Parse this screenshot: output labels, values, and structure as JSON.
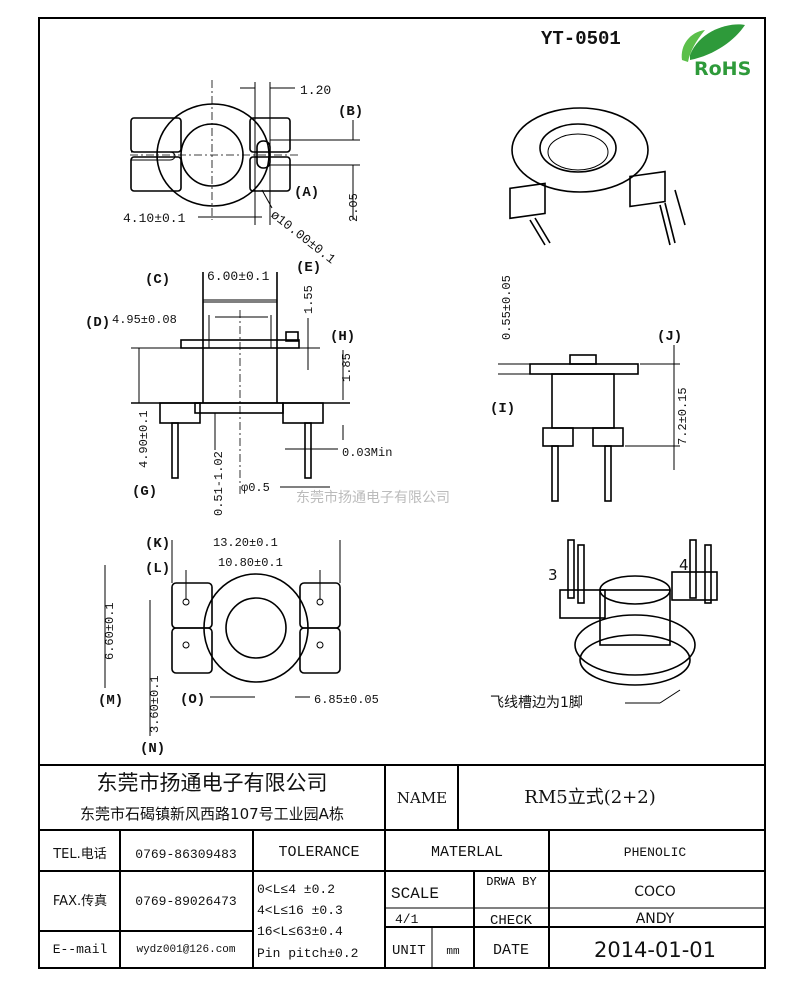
{
  "drawing": {
    "part_number": "YT-0501",
    "rohs_logo": "RoHS",
    "watermark": "东莞市扬通电子有限公司",
    "top_view": {
      "dim_1_20": "1.20",
      "label_b": "(B)",
      "dim_2_05": "2.05",
      "label_a": "(A)",
      "dim_4_10": "4.10±0.1",
      "dim_dia": "ø10.00±0.1"
    },
    "side_view": {
      "label_c": "(C)",
      "dim_6_00": "6.00±0.1",
      "label_e": "(E)",
      "dim_1_55": "1.55",
      "label_d": "(D)",
      "dim_4_95": "4.95±0.08",
      "label_h": "(H)",
      "dim_1_85": "1.85",
      "dim_4_90": "4.90±0.1",
      "label_g": "(G)",
      "dim_051": "0.51-1.02",
      "dim_phi": "φ0.5",
      "dim_003": "0.03Min"
    },
    "front_view": {
      "dim_0_55": "0.55±0.05",
      "label_j": "(J)",
      "label_i": "(I)",
      "dim_7_2": "7.2±0.15"
    },
    "bottom_view": {
      "label_k": "(K)",
      "dim_13_20": "13.20±0.1",
      "label_l": "(L)",
      "dim_10_80": "10.80±0.1",
      "dim_6_60": "6.60±0.1",
      "label_m": "(M)",
      "dim_3_60": "3.60±0.1",
      "label_n": "(N)",
      "label_o": "(O)",
      "dim_6_85": "6.85±0.05"
    },
    "iso_view": {
      "pin_3": "3",
      "pin_4": "4",
      "note": "飞线槽边为1脚"
    }
  },
  "title_block": {
    "company": "东莞市扬通电子有限公司",
    "address": "东莞市石碣镇新风西路107号工业园A栋",
    "name_label": "NAME",
    "name_value": "RM5立式(2+2)",
    "tel_label": "TEL.电话",
    "tel_value": "0769-86309483",
    "fax_label": "FAX.传真",
    "fax_value": "0769-89026473",
    "email_label": "E--mail",
    "email_value": "wydz001@126.com",
    "tolerance_label": "TOLERANCE",
    "tolerances": [
      "0<L≤4   ±0.2",
      "4<L≤16  ±0.3",
      "16<L≤63±0.4",
      "Pin pitch±0.2"
    ],
    "material_label": "MATERLAL",
    "material_value": "PHENOLIC",
    "scale_label": "SCALE",
    "scale_value": "4/1",
    "unit_label": "UNIT",
    "unit_value": "mm",
    "drawn_by_label": "DRWA BY",
    "drawn_by_value": "COCO",
    "check_label": "CHECK",
    "check_value": "ANDY",
    "date_label": "DATE",
    "date_value": "2014-01-01"
  }
}
